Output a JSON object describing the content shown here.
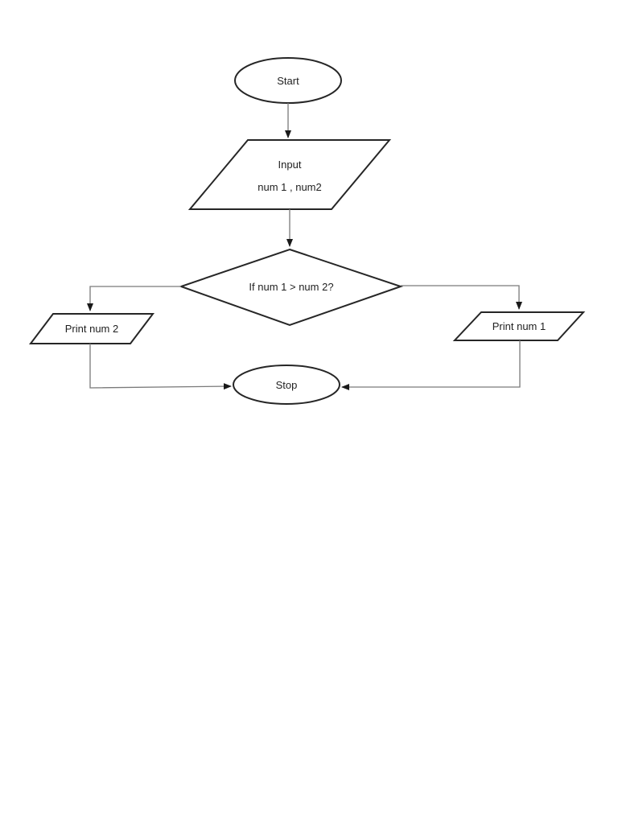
{
  "page": {
    "background_color": "#ffffff"
  },
  "flowchart": {
    "colors": {
      "shape_stroke": "#262626",
      "connector_stroke": "#7a7a7a",
      "arrowhead": "#1a1a1a",
      "text": "#1f1f1f",
      "shape_fill": "#ffffff"
    },
    "nodes": {
      "start": {
        "type": "terminator-ellipse",
        "label": "Start"
      },
      "input": {
        "type": "io-parallelogram",
        "line1": "Input",
        "line2": "num 1 , num2"
      },
      "decision": {
        "type": "decision-diamond",
        "label": "If num 1 > num 2?"
      },
      "print_num2": {
        "type": "io-parallelogram",
        "label": "Print num 2"
      },
      "print_num1": {
        "type": "io-parallelogram",
        "label": "Print num 1"
      },
      "stop": {
        "type": "terminator-ellipse",
        "label": "Stop"
      }
    },
    "edges": [
      {
        "from": "start",
        "to": "input"
      },
      {
        "from": "input",
        "to": "decision"
      },
      {
        "from": "decision",
        "to": "print_num2"
      },
      {
        "from": "decision",
        "to": "print_num1"
      },
      {
        "from": "print_num2",
        "to": "stop"
      },
      {
        "from": "print_num1",
        "to": "stop"
      }
    ]
  }
}
